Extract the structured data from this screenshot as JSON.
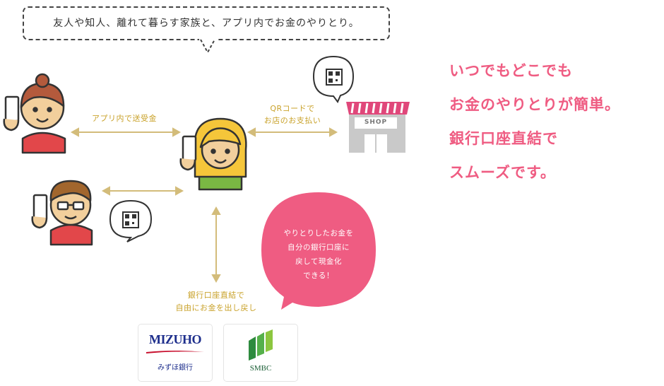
{
  "colors": {
    "accent": "#ef5c82",
    "label": "#c9a22a",
    "arrow": "#d3bc7a",
    "shop_roof": "#e0477a"
  },
  "top_bubble": {
    "text": "友人や知人、離れて暮らす家族と、アプリ内でお金のやりとり。"
  },
  "labels": {
    "send": "アプリ内で送受金",
    "qr_line1": "QRコードで",
    "qr_line2": "お店のお支払い",
    "bank_line1": "銀行口座直結で",
    "bank_line2": "自由にお金を出し戻し"
  },
  "shop": {
    "sign": "SHOP"
  },
  "pink_bubble": {
    "line1": "やりとりしたお金を",
    "line2": "自分の銀行口座に",
    "line3": "戻して現金化",
    "line4": "できる！"
  },
  "headline": {
    "line1": "いつでもどこでも",
    "line2": "お金のやりとりが簡単。",
    "line3": "銀行口座直結で",
    "line4": "スムーズです。"
  },
  "banks": {
    "mizuho_en": "MIZUHO",
    "mizuho_jp": "みずほ銀行",
    "smbc": "SMBC"
  },
  "icons": [
    "qr-code-icon",
    "shop-icon",
    "woman-with-phone-icon",
    "girl-with-phone-icon",
    "man-with-phone-icon",
    "mizuho-logo",
    "smbc-logo"
  ]
}
